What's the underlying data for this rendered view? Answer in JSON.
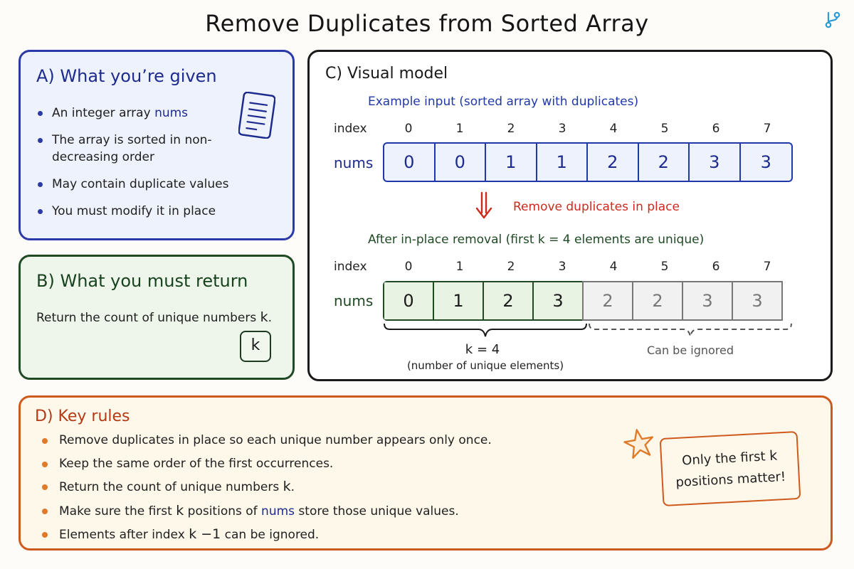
{
  "title": "Remove Duplicates from Sorted Array",
  "panel_a": {
    "heading": "A) What you’re given",
    "bullets": [
      {
        "text": "An integer array ",
        "code": "nums"
      },
      {
        "text": "The array is sorted in non-decreasing order"
      },
      {
        "text": "May contain duplicate values"
      },
      {
        "text": "You must modify it in place"
      }
    ]
  },
  "panel_b": {
    "heading": "B) What you must return",
    "text": "Return the count of unique numbers ",
    "k_symbol": "k",
    "box_label": "k"
  },
  "panel_c": {
    "heading": "C) Visual model",
    "input_caption": "Example input (sorted array with duplicates)",
    "index_label": "index",
    "nums_label": "nums",
    "indices": [
      "0",
      "1",
      "2",
      "3",
      "4",
      "5",
      "6",
      "7"
    ],
    "input_values": [
      "0",
      "0",
      "1",
      "1",
      "2",
      "2",
      "3",
      "3"
    ],
    "arrow_label": "Remove duplicates in place",
    "output_caption": "After in-place removal (first k = 4 elements are unique)",
    "output_values": [
      "0",
      "1",
      "2",
      "3",
      "2",
      "2",
      "3",
      "3"
    ],
    "k_value": 4,
    "k_equation": "k = 4",
    "k_subcaption": "(number of unique elements)",
    "ignored_label": "Can be ignored"
  },
  "panel_d": {
    "heading": "D) Key rules",
    "rules": {
      "r1": "Remove duplicates in place so each unique number appears only once.",
      "r2": "Keep the same order of the first occurrences.",
      "r3a": "Return the count of unique numbers ",
      "r3k": "k",
      "r3b": ".",
      "r4a": "Make sure the first ",
      "r4k": "k",
      "r4b": " positions of ",
      "r4c": "nums",
      "r4d": " store those unique values.",
      "r5a": "Elements after index ",
      "r5k": "k −1",
      "r5b": " can be ignored."
    },
    "note_line1": "Only the first ",
    "note_k": "k",
    "note_line2": "positions matter!"
  },
  "colors": {
    "panel_a_border": "#2b3aa6",
    "panel_b_border": "#1f4a24",
    "panel_c_border": "#1a1a1a",
    "panel_d_border": "#cf5a1e",
    "arrow": "#cc2a1e",
    "star": "#e07a2b"
  }
}
